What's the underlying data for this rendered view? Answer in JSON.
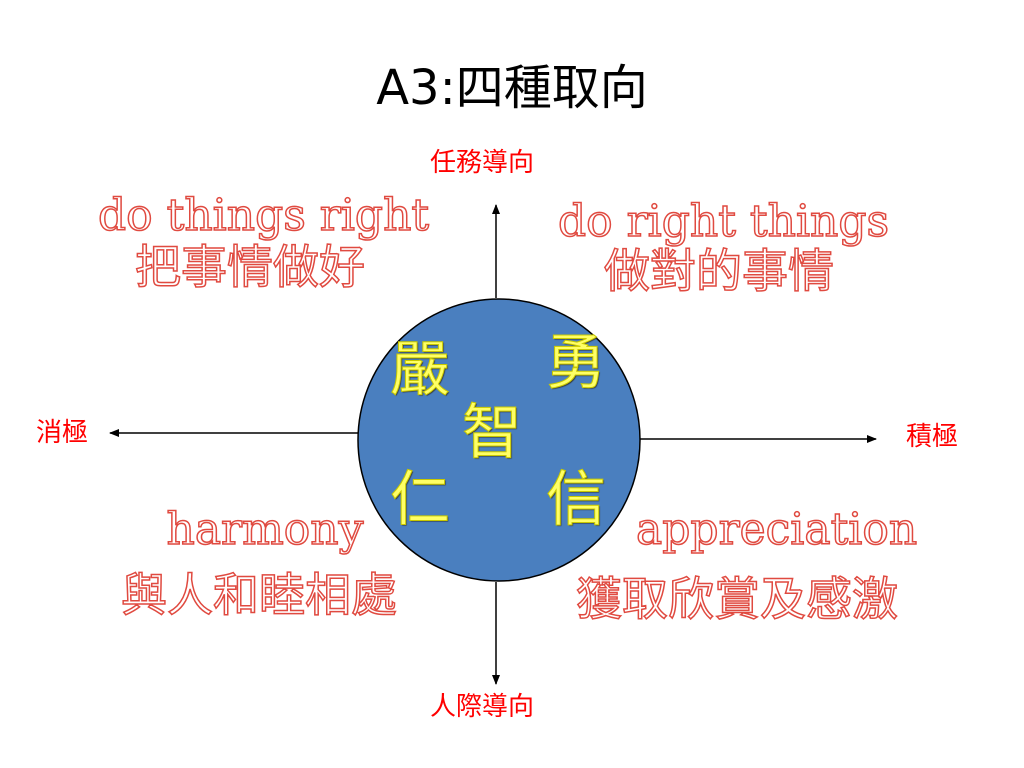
{
  "slide": {
    "title": "A3:四種取向"
  },
  "axes": {
    "top": "任務導向",
    "bottom": "人際導向",
    "left": "消極",
    "right": "積極",
    "label_color": "#ff0000",
    "arrow_color": "#000000"
  },
  "quadrants": {
    "top_left": {
      "english": "do things right",
      "chinese": "把事情做好"
    },
    "top_right": {
      "english": "do right things",
      "chinese": "做對的事情"
    },
    "bottom_left": {
      "english": "harmony",
      "chinese": "與人和睦相處"
    },
    "bottom_right": {
      "english": "appreciation",
      "chinese": "獲取欣賞及感激"
    },
    "outline_color": "#e04a40"
  },
  "circle": {
    "fill_color": "#4a7fbf",
    "stroke_color": "#000000",
    "text_color": "#ffff66",
    "virtues": {
      "top_left": "嚴",
      "top_right": "勇",
      "center": "智",
      "bottom_left": "仁",
      "bottom_right": "信"
    }
  }
}
